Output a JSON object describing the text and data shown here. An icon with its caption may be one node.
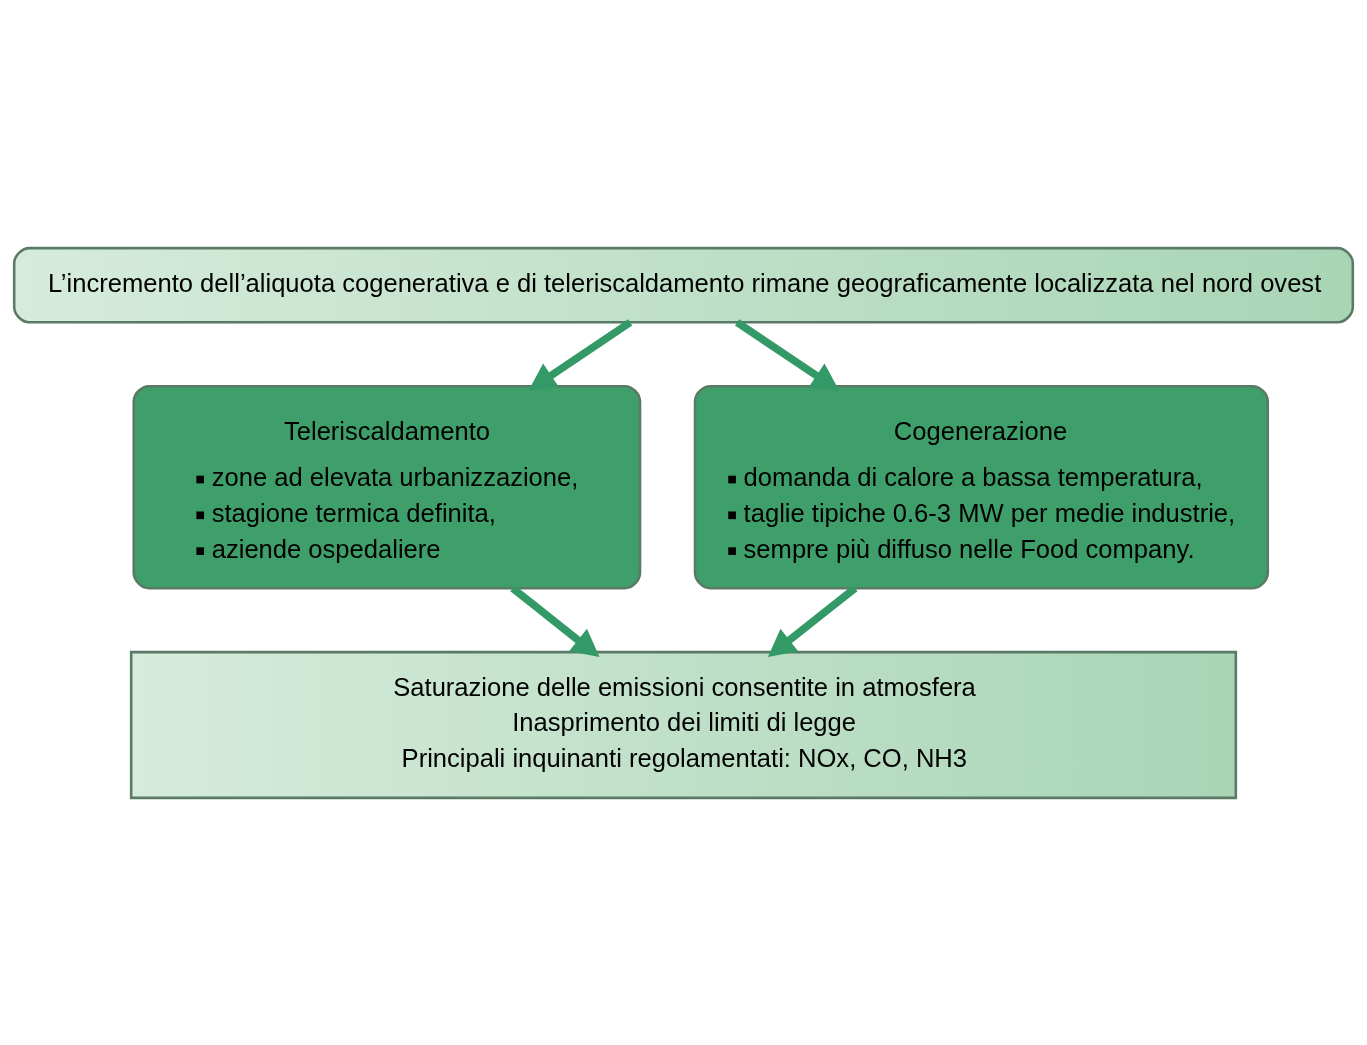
{
  "diagram": {
    "nodes": [
      {
        "text": [
          "L’incremento dell’aliquota cogenerativa e di teleriscaldamento rimane geograficamente localizzata nel nord ovest"
        ]
      },
      {
        "text": [
          "Teleriscaldamento",
          "zone ad elevata urbanizzazione,",
          "stagione termica definita,",
          "aziende ospedaliere"
        ]
      },
      {
        "text": [
          "Cogenerazione",
          "domanda di calore a bassa temperatura,",
          "taglie tipiche 0.6-3 MW per medie industrie,",
          "sempre più diffuso nelle Food company."
        ]
      },
      {
        "text": [
          "Saturazione delle emissioni consentite in atmosfera",
          "Inasprimento dei limiti di legge",
          "Principali inquinanti regolamentati: NOx, CO, NH3"
        ]
      }
    ],
    "edges": [
      {
        "from": 0,
        "to": 1,
        "arrow": "to"
      },
      {
        "from": 0,
        "to": 2,
        "arrow": "to"
      },
      {
        "from": 1,
        "to": 3,
        "arrow": "to"
      },
      {
        "from": 2,
        "to": 3,
        "arrow": "to"
      }
    ]
  }
}
